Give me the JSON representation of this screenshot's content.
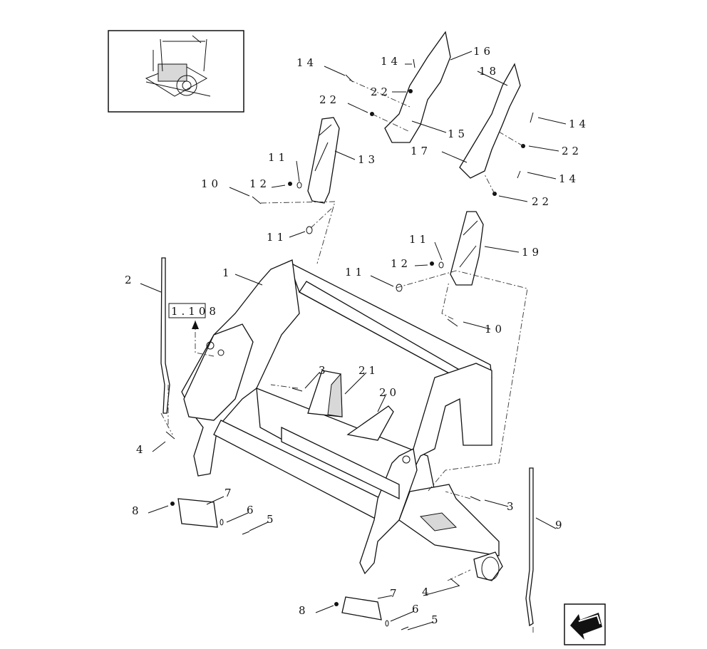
{
  "diagram": {
    "reference_box": "1.108",
    "callouts": [
      "14",
      "14",
      "16",
      "18",
      "22",
      "22",
      "15",
      "13",
      "17",
      "14",
      "22",
      "14",
      "22",
      "11",
      "10",
      "12",
      "11",
      "2",
      "1",
      "11",
      "19",
      "11",
      "12",
      "10",
      "3",
      "21",
      "20",
      "4",
      "7",
      "8",
      "6",
      "5",
      "3",
      "9",
      "7",
      "4",
      "8",
      "6",
      "5"
    ]
  },
  "icons": {
    "thumbnail": "assembly-thumbnail-icon",
    "nav": "previous-page-arrow-icon"
  }
}
